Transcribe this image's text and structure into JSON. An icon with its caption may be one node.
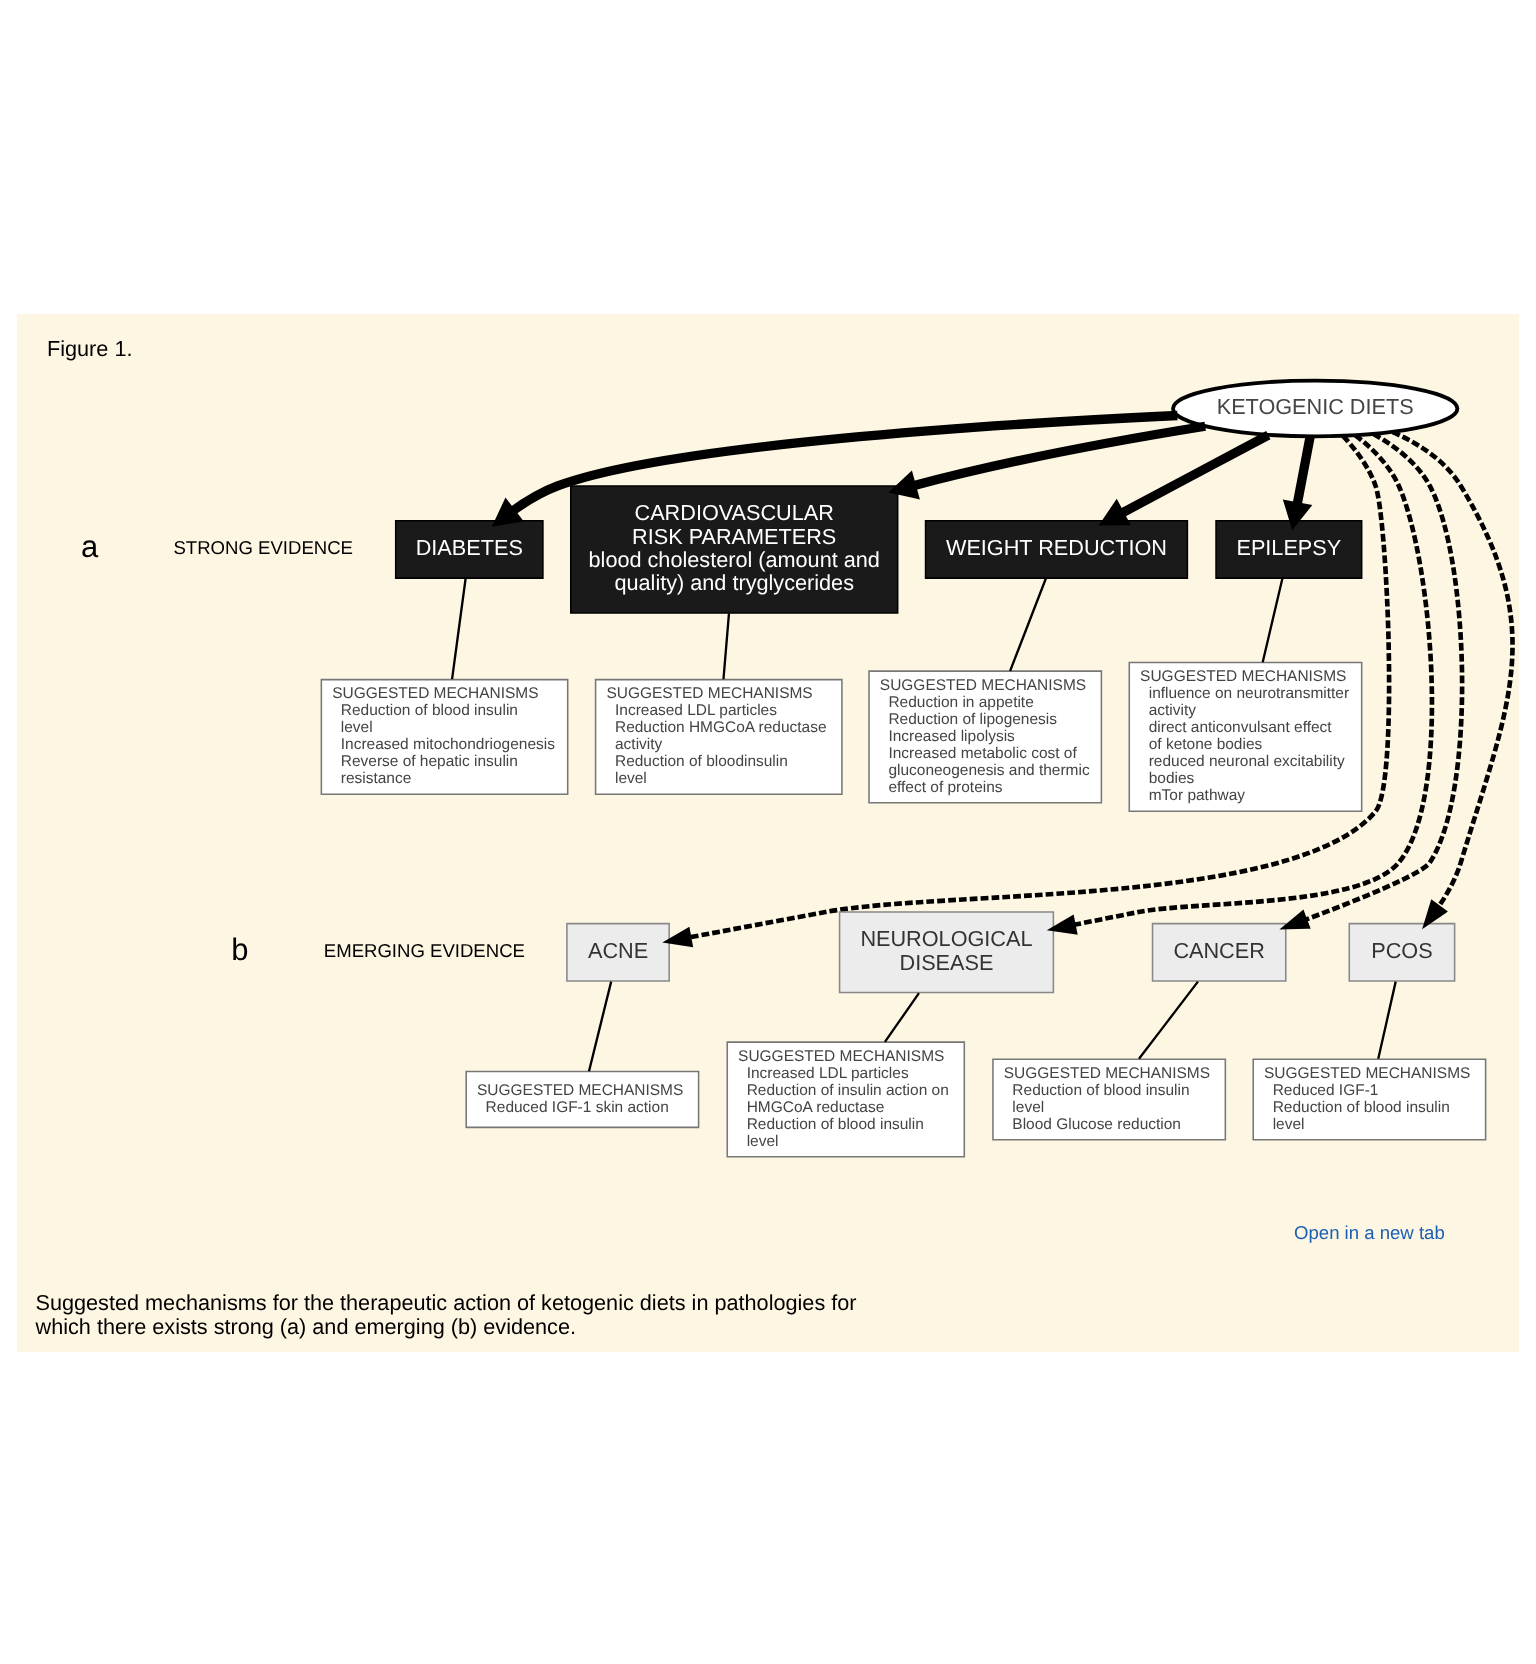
{
  "diagram": {
    "title": "Figure 1.",
    "caption": "Suggested mechanisms for the therapeutic action of ketogenic diets in pathologies for which there exists strong (a) and emerging (b) evidence.",
    "nodes": [
      {
        "text": [
          "KETOGENIC DIETS"
        ]
      },
      {
        "text": [
          "DIABETES"
        ]
      },
      {
        "text": [
          "SUGGESTED MECHANISMS",
          "Reduction of blood insulin level",
          "Increased mitochondriogenesis",
          "Reverse of hepatic insulin resistance"
        ]
      },
      {
        "text": [
          "CARDIOVASCULAR RISK PARAMETERS",
          "blood cholesterol (amount and quality) and tryglycerides"
        ]
      },
      {
        "text": [
          "SUGGESTED MECHANISMS",
          "Increased LDL particles",
          "Reduction HMGCoA reductase activity",
          "Reduction of bloodinsulin level"
        ]
      },
      {
        "text": [
          "WEIGHT REDUCTION"
        ]
      },
      {
        "text": [
          "SUGGESTED MECHANISMS",
          "Reduction in appetite",
          "Reduction of lipogenesis",
          "Increased lipolysis",
          "Increased metabolic cost of gluconeogenesis and thermic effect of proteins"
        ]
      },
      {
        "text": [
          "EPILEPSY"
        ]
      },
      {
        "text": [
          "SUGGESTED MECHANISMS",
          "influence on neurotransmitter activity",
          "direct anticonvulsant effect of ketone bodies",
          "reduced neuronal excitability bodies",
          "mTor pathway"
        ]
      },
      {
        "text": [
          "ACNE"
        ]
      },
      {
        "text": [
          "SUGGESTED MECHANISMS",
          "Reduced IGF-1 skin action"
        ]
      },
      {
        "text": [
          "NEUROLOGICAL DISEASE"
        ]
      },
      {
        "text": [
          "SUGGESTED MECHANISMS",
          "Increased LDL particles",
          "Reduction of insulin action on HMGCoA reductase",
          "Reduction of blood insulin level"
        ]
      },
      {
        "text": [
          "CANCER"
        ]
      },
      {
        "text": [
          "SUGGESTED MECHANISMS",
          "Reduction of blood insulin level",
          "Blood Glucose reduction"
        ]
      },
      {
        "text": [
          "PCOS"
        ]
      },
      {
        "text": [
          "SUGGESTED MECHANISMS",
          "Reduced IGF-1",
          "Reduction of blood insulin level"
        ]
      }
    ],
    "edges": [
      {
        "from": 0,
        "to": 1,
        "arrow": "to",
        "style": "thick"
      },
      {
        "from": 0,
        "to": 3,
        "arrow": "to",
        "style": "thick"
      },
      {
        "from": 0,
        "to": 5,
        "arrow": "to",
        "style": "thick"
      },
      {
        "from": 0,
        "to": 7,
        "arrow": "to",
        "style": "thick"
      },
      {
        "from": 0,
        "to": 9,
        "arrow": "to",
        "style": "dashed"
      },
      {
        "from": 0,
        "to": 11,
        "arrow": "to",
        "style": "dashed"
      },
      {
        "from": 0,
        "to": 13,
        "arrow": "to",
        "style": "dashed"
      },
      {
        "from": 0,
        "to": 15,
        "arrow": "to",
        "style": "dashed"
      },
      {
        "from": 1,
        "to": 2,
        "arrow": "none"
      },
      {
        "from": 3,
        "to": 4,
        "arrow": "none"
      },
      {
        "from": 5,
        "to": 6,
        "arrow": "none"
      },
      {
        "from": 7,
        "to": 8,
        "arrow": "none"
      },
      {
        "from": 9,
        "to": 10,
        "arrow": "none"
      },
      {
        "from": 11,
        "to": 12,
        "arrow": "none"
      },
      {
        "from": 13,
        "to": 14,
        "arrow": "none"
      },
      {
        "from": 15,
        "to": 16,
        "arrow": "none"
      }
    ],
    "labels": [
      "a",
      "STRONG EVIDENCE",
      "b",
      "EMERGING EVIDENCE",
      "Open in a new tab"
    ]
  }
}
